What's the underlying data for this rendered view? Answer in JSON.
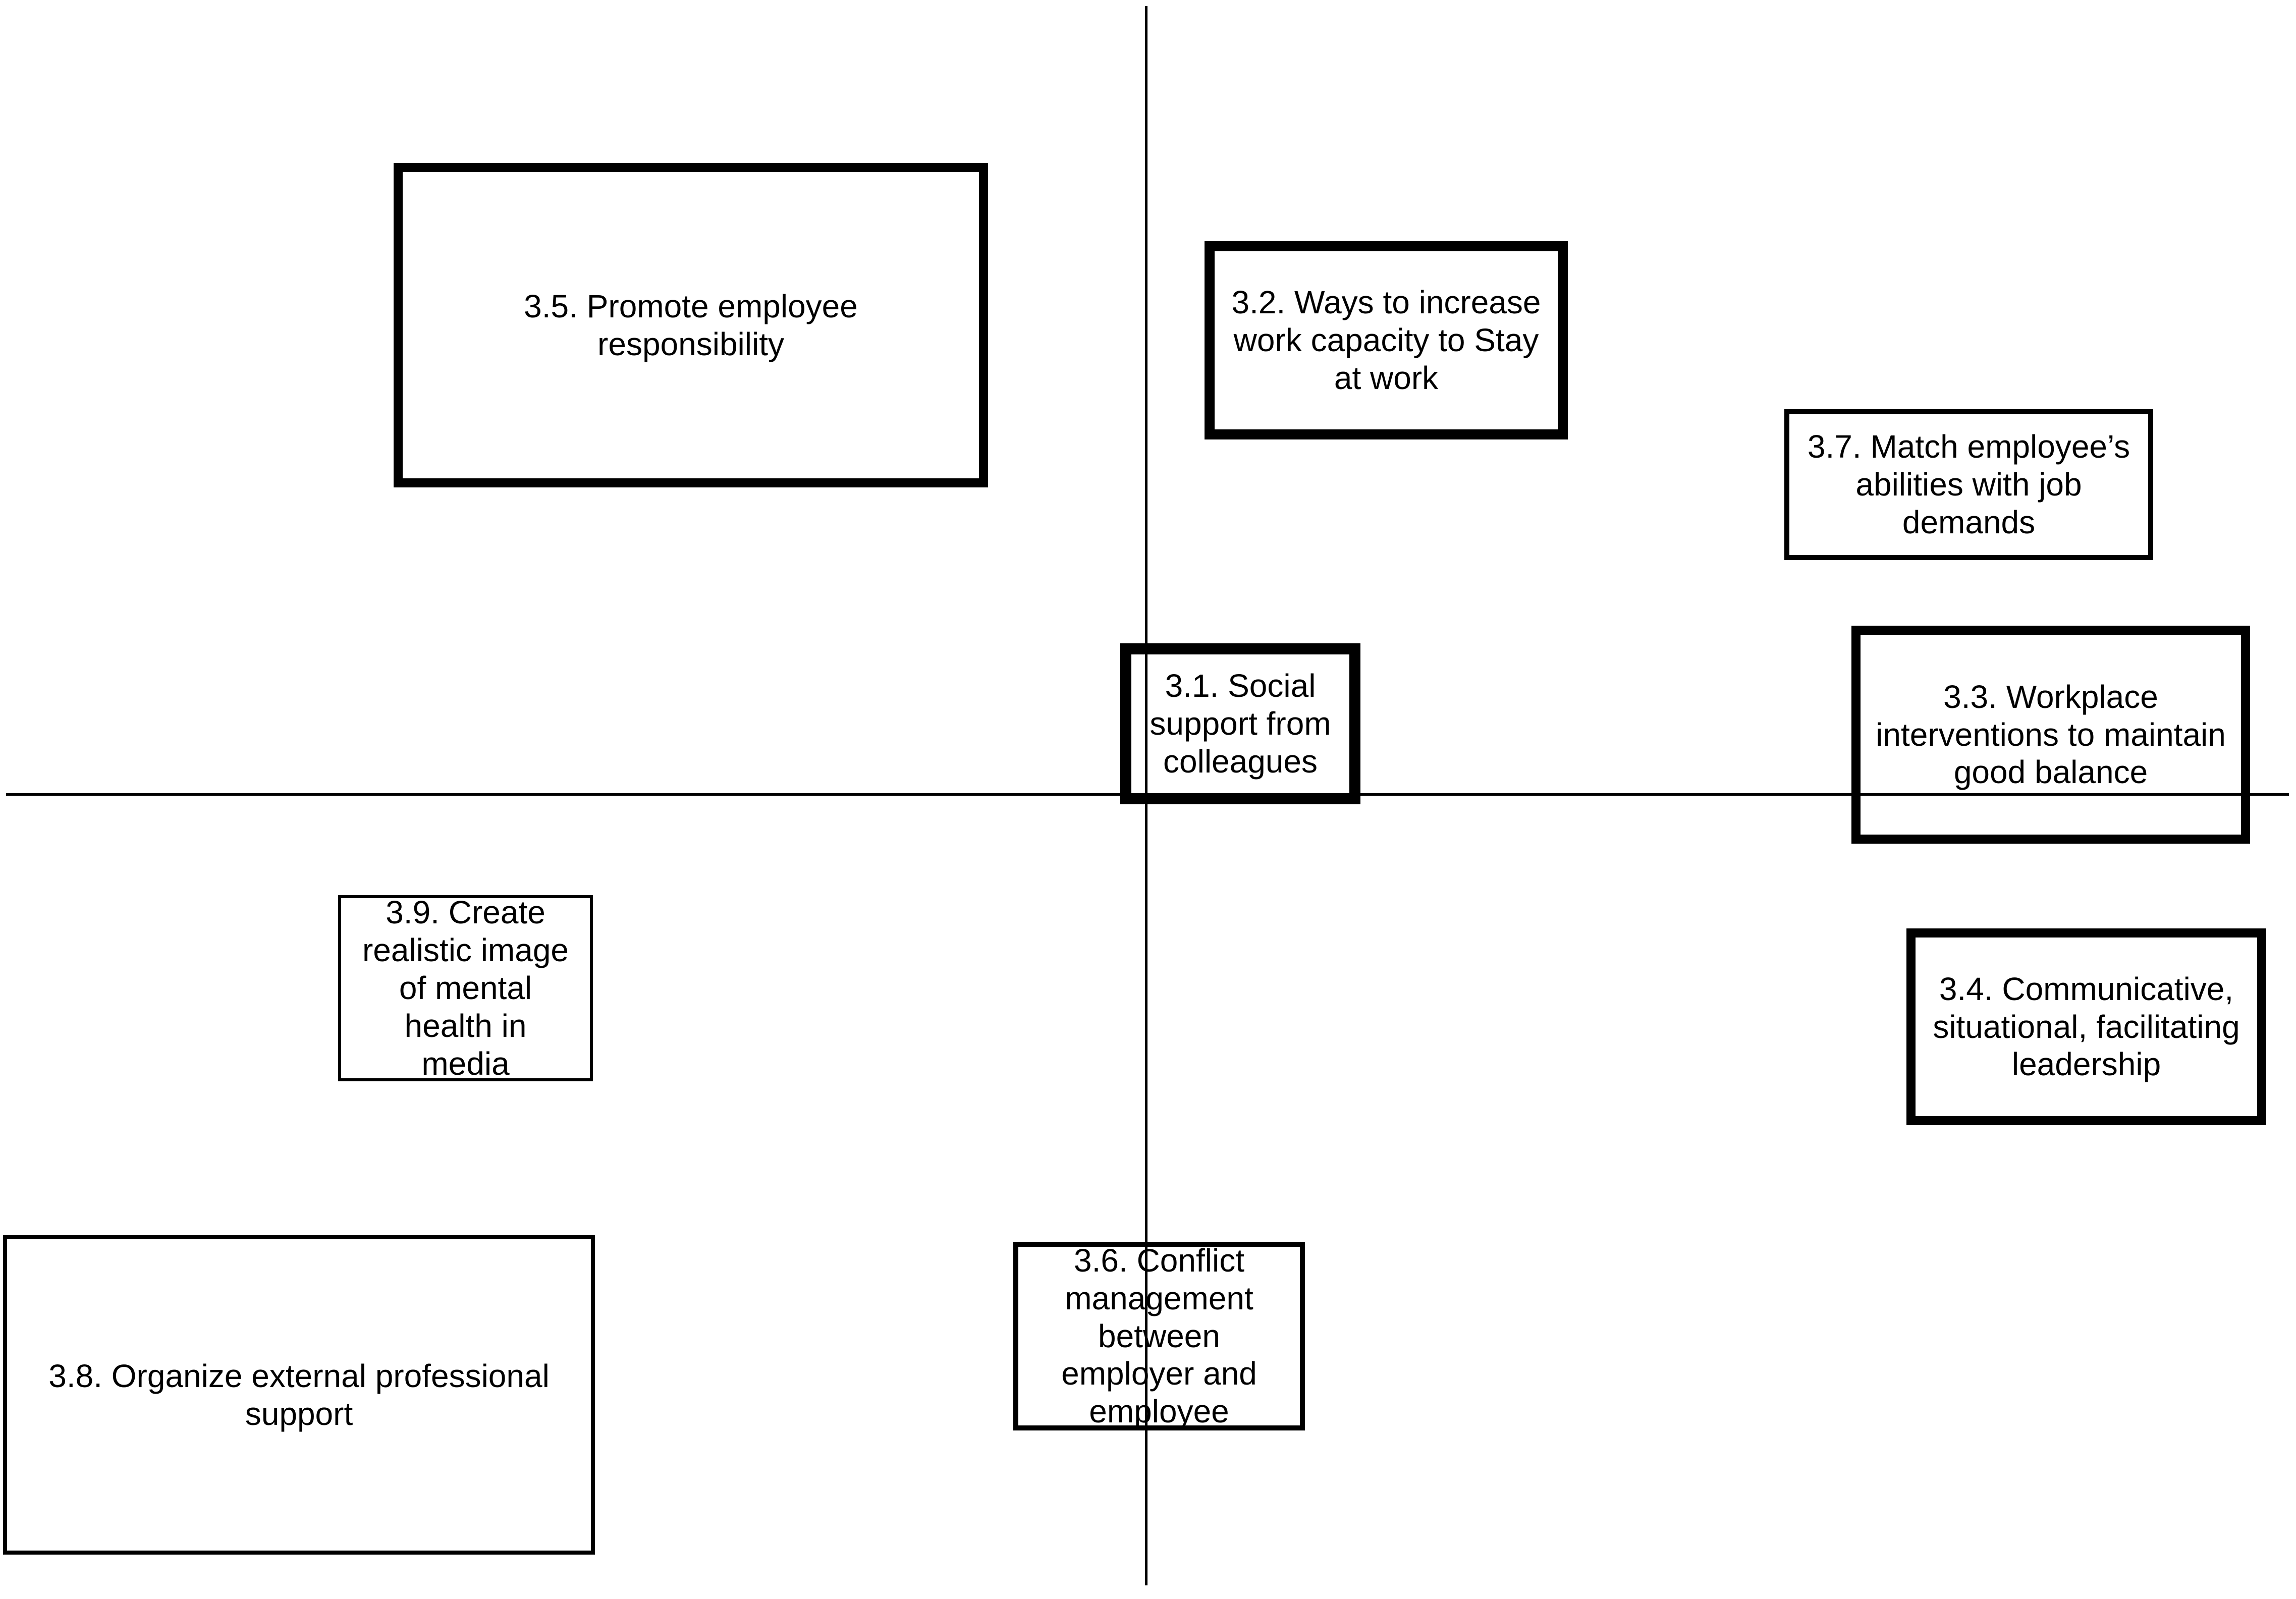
{
  "boxes": {
    "b35": "3.5. Promote employee responsibility",
    "b32": "3.2. Ways to increase work capacity to Stay at work",
    "b37": "3.7. Match employee’s abilities with job demands",
    "b31": "3.1. Social support from colleagues",
    "b33": "3.3. Workplace interventions to maintain good balance",
    "b39": "3.9. Create realistic image of mental health in media",
    "b34": "3.4. Communicative, situational, facilitating leadership",
    "b38": "3.8. Organize external professional support",
    "b36": "3.6. Conflict management between employer and employee"
  }
}
